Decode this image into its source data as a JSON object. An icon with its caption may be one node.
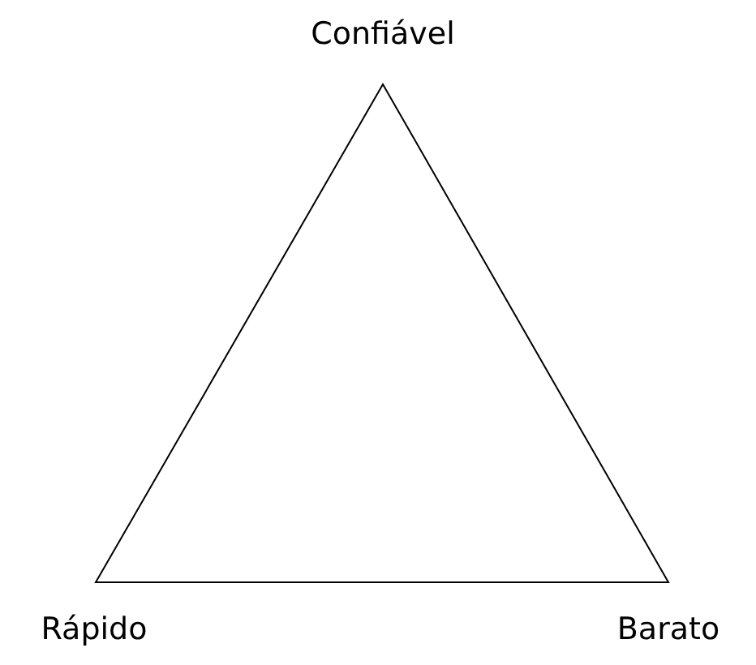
{
  "diagram": {
    "labels": [
      "Confiável",
      "Rápido",
      "Barato"
    ]
  }
}
